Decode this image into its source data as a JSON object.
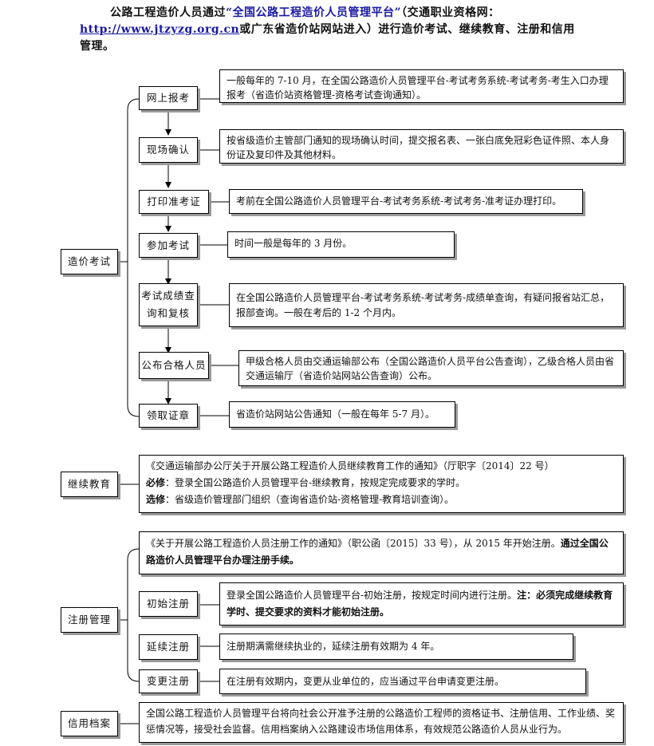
{
  "header": {
    "line1_pre": "公路工程造价人员通过",
    "line1_platform": "“全国公路工程造价人员管理平台”",
    "line1_post": "（交通职业资格网：",
    "url": "http://www.jtzyzg.org.cn",
    "line2_post": "或广东省造价站网站进入）进行造价考试、继续教育、注册和信用",
    "line3": "管理。"
  },
  "exam": {
    "label": "造价考试",
    "steps": [
      {
        "label": "网上报考",
        "desc": "一般每年的 7-10 月，在全国公路造价人员管理平台-考试考务系统-考试考务-考生入口办理报考（省造价站资格管理-资格考试查询通知）。"
      },
      {
        "label": "现场确认",
        "desc": "按省级造价主管部门通知的现场确认时间，提交报名表、一张白底免冠彩色证件照、本人身份证及复印件及其他材料。"
      },
      {
        "label": "打印准考证",
        "desc": "考前在全国公路造价人员管理平台-考试考务系统-考试考务-准考证办理打印。"
      },
      {
        "label": "参加考试",
        "desc": "时间一般是每年的 3 月份。"
      },
      {
        "label_line1": "考试成绩查",
        "label_line2": "询和复核",
        "desc": "在全国公路造价人员管理平台-考试考务系统-考试考务-成绩单查询，有疑问报省站汇总，报部查询。一般在考后的 1-2 个月内。"
      },
      {
        "label": "公布合格人员",
        "desc": "甲级合格人员由交通运输部公布（全国公路造价人员平台公告查询），乙级合格人员由省交通运输厅（省造价站网站公告查询）公布。"
      },
      {
        "label": "领取证章",
        "desc": "省造价站网站公告通知（一般在每年 5-7 月）。"
      }
    ]
  },
  "education": {
    "label": "继续教育",
    "line1": "《交通运输部办公厅关于开展公路工程造价人员继续教育工作的通知》（厅职字〔2014〕22 号）",
    "required_tag": "必修",
    "required_text": "：登录全国公路造价人员管理平台-继续教育，按规定完成要求的学时。",
    "optional_tag": "选修",
    "optional_text": "：省级造价管理部门组织（查询省造价站-资格管理-教育培训查询）。"
  },
  "registration": {
    "label": "注册管理",
    "notice_text": "《关于开展公路工程造价人员注册工作的通知》（职公函〔2015〕33 号），从 2015 年开始注册。",
    "notice_bold": "通过全国公路造价人员管理平台办理注册手续。",
    "items": [
      {
        "label": "初始注册",
        "desc": "登录全国公路造价人员管理平台-初始注册，按规定时间内进行注册。",
        "desc_bold": "注：必须完成继续教育学时、提交要求的资料才能初始注册。"
      },
      {
        "label": "延续注册",
        "desc": "注册期满需继续执业的，延续注册有效期为 4 年。"
      },
      {
        "label": "变更注册",
        "desc": "在注册有效期内，变更从业单位的，应当通过平台申请变更注册。"
      }
    ]
  },
  "credit": {
    "label": "信用档案",
    "desc": "全国公路工程造价人员管理平台将向社会公开准予注册的公路造价工程师的资格证书、注册信用、工作业绩、奖惩情况等，接受社会监督。信用档案纳入公路建设市场信用体系，有效规范公路造价人员从业行为。"
  }
}
